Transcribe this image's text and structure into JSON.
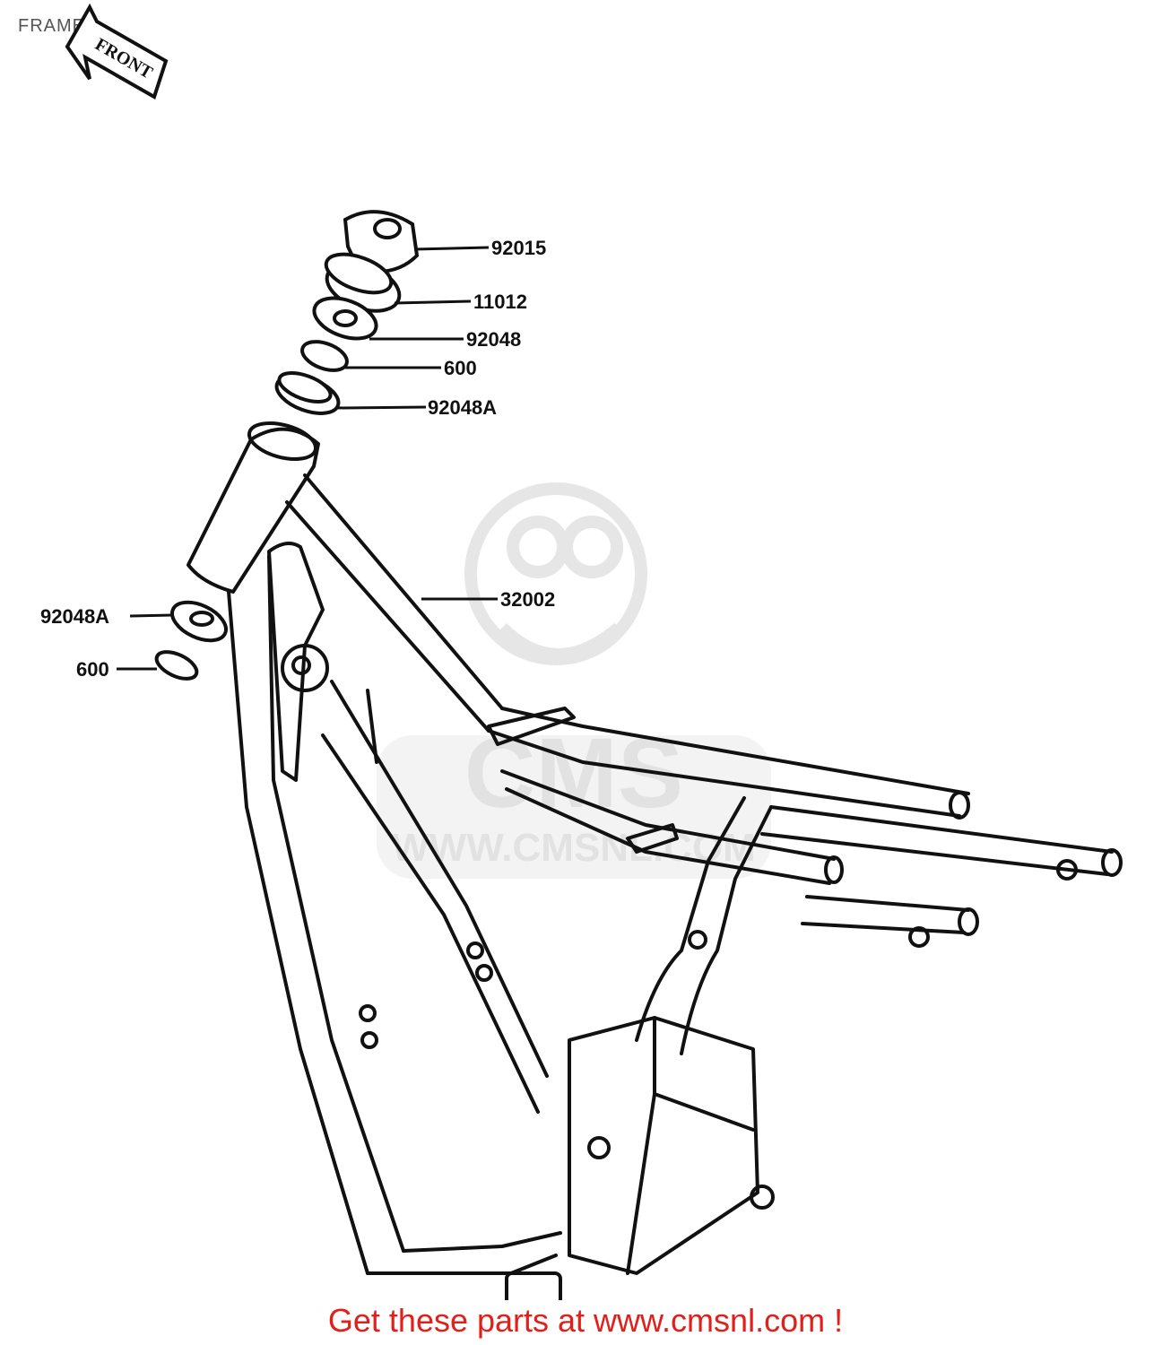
{
  "page": {
    "title": "FRAME",
    "front_tag": "FRONT",
    "footer": "Get these parts at www.cmsnl.com !",
    "accent_color": "#e0201b"
  },
  "watermark": {
    "brand": "CMS",
    "url": "WWW.CMSNL.COM"
  },
  "parts": [
    {
      "id": "92015"
    },
    {
      "id": "11012"
    },
    {
      "id": "92048"
    },
    {
      "id": "600"
    },
    {
      "id": "92048A"
    },
    {
      "id": "32002"
    },
    {
      "id": "92048A"
    },
    {
      "id": "600"
    }
  ]
}
